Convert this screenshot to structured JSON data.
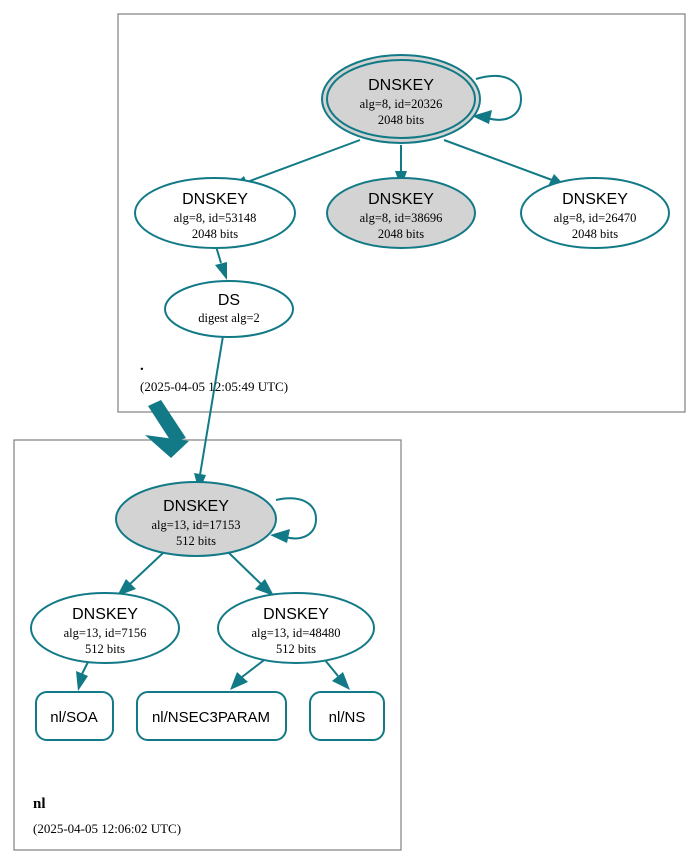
{
  "diagram": {
    "kind": "dnssec-authentication-chain",
    "colors": {
      "edge": "#127a86",
      "node_stroke": "#127a86",
      "secure_key_fill": "#d3d3d3",
      "plain_fill": "#ffffff",
      "cluster_border": "#808080",
      "text": "#000000"
    }
  },
  "clusters": [
    {
      "id": "root-zone",
      "zone_label": ".",
      "timestamp": "(2025-04-05 12:05:49 UTC)"
    },
    {
      "id": "nl-zone",
      "zone_label": "nl",
      "timestamp": "(2025-04-05 12:06:02 UTC)"
    }
  ],
  "nodes": {
    "root_ksk": {
      "type": "DNSKEY",
      "title": "DNSKEY",
      "params": "alg=8, id=20326",
      "size": "2048 bits",
      "fill": "gray",
      "peripheries": 2,
      "self_signed": true
    },
    "root_zsk_53148": {
      "type": "DNSKEY",
      "title": "DNSKEY",
      "params": "alg=8, id=53148",
      "size": "2048 bits",
      "fill": "white",
      "peripheries": 1,
      "self_signed": false
    },
    "root_zsk_38696": {
      "type": "DNSKEY",
      "title": "DNSKEY",
      "params": "alg=8, id=38696",
      "size": "2048 bits",
      "fill": "gray",
      "peripheries": 1,
      "self_signed": false
    },
    "root_zsk_26470": {
      "type": "DNSKEY",
      "title": "DNSKEY",
      "params": "alg=8, id=26470",
      "size": "2048 bits",
      "fill": "white",
      "peripheries": 1,
      "self_signed": false
    },
    "ds_nl": {
      "type": "DS",
      "title": "DS",
      "params": "digest alg=2",
      "size": "",
      "fill": "white",
      "peripheries": 1,
      "self_signed": false
    },
    "nl_ksk": {
      "type": "DNSKEY",
      "title": "DNSKEY",
      "params": "alg=13, id=17153",
      "size": "512 bits",
      "fill": "gray",
      "peripheries": 1,
      "self_signed": true
    },
    "nl_zsk_7156": {
      "type": "DNSKEY",
      "title": "DNSKEY",
      "params": "alg=13, id=7156",
      "size": "512 bits",
      "fill": "white",
      "peripheries": 1,
      "self_signed": false
    },
    "nl_zsk_48480": {
      "type": "DNSKEY",
      "title": "DNSKEY",
      "params": "alg=13, id=48480",
      "size": "512 bits",
      "fill": "white",
      "peripheries": 1,
      "self_signed": false
    }
  },
  "rrsets": {
    "nl_soa": {
      "label": "nl/SOA"
    },
    "nl_nsec3param": {
      "label": "nl/NSEC3PARAM"
    },
    "nl_ns": {
      "label": "nl/NS"
    }
  },
  "edges": [
    {
      "from": "root_ksk",
      "to": "root_ksk",
      "style": "self-loop"
    },
    {
      "from": "root_ksk",
      "to": "root_zsk_53148",
      "style": "thin"
    },
    {
      "from": "root_ksk",
      "to": "root_zsk_38696",
      "style": "thin"
    },
    {
      "from": "root_ksk",
      "to": "root_zsk_26470",
      "style": "thin"
    },
    {
      "from": "root_zsk_53148",
      "to": "ds_nl",
      "style": "thin"
    },
    {
      "from": "ds_nl",
      "to": "nl_ksk",
      "style": "thin"
    },
    {
      "from": "root-zone",
      "to": "nl-zone",
      "style": "thick-delegation"
    },
    {
      "from": "nl_ksk",
      "to": "nl_ksk",
      "style": "self-loop"
    },
    {
      "from": "nl_ksk",
      "to": "nl_zsk_7156",
      "style": "thin"
    },
    {
      "from": "nl_ksk",
      "to": "nl_zsk_48480",
      "style": "thin"
    },
    {
      "from": "nl_zsk_7156",
      "to": "nl_soa",
      "style": "thin"
    },
    {
      "from": "nl_zsk_48480",
      "to": "nl_nsec3param",
      "style": "thin"
    },
    {
      "from": "nl_zsk_48480",
      "to": "nl_ns",
      "style": "thin"
    }
  ]
}
